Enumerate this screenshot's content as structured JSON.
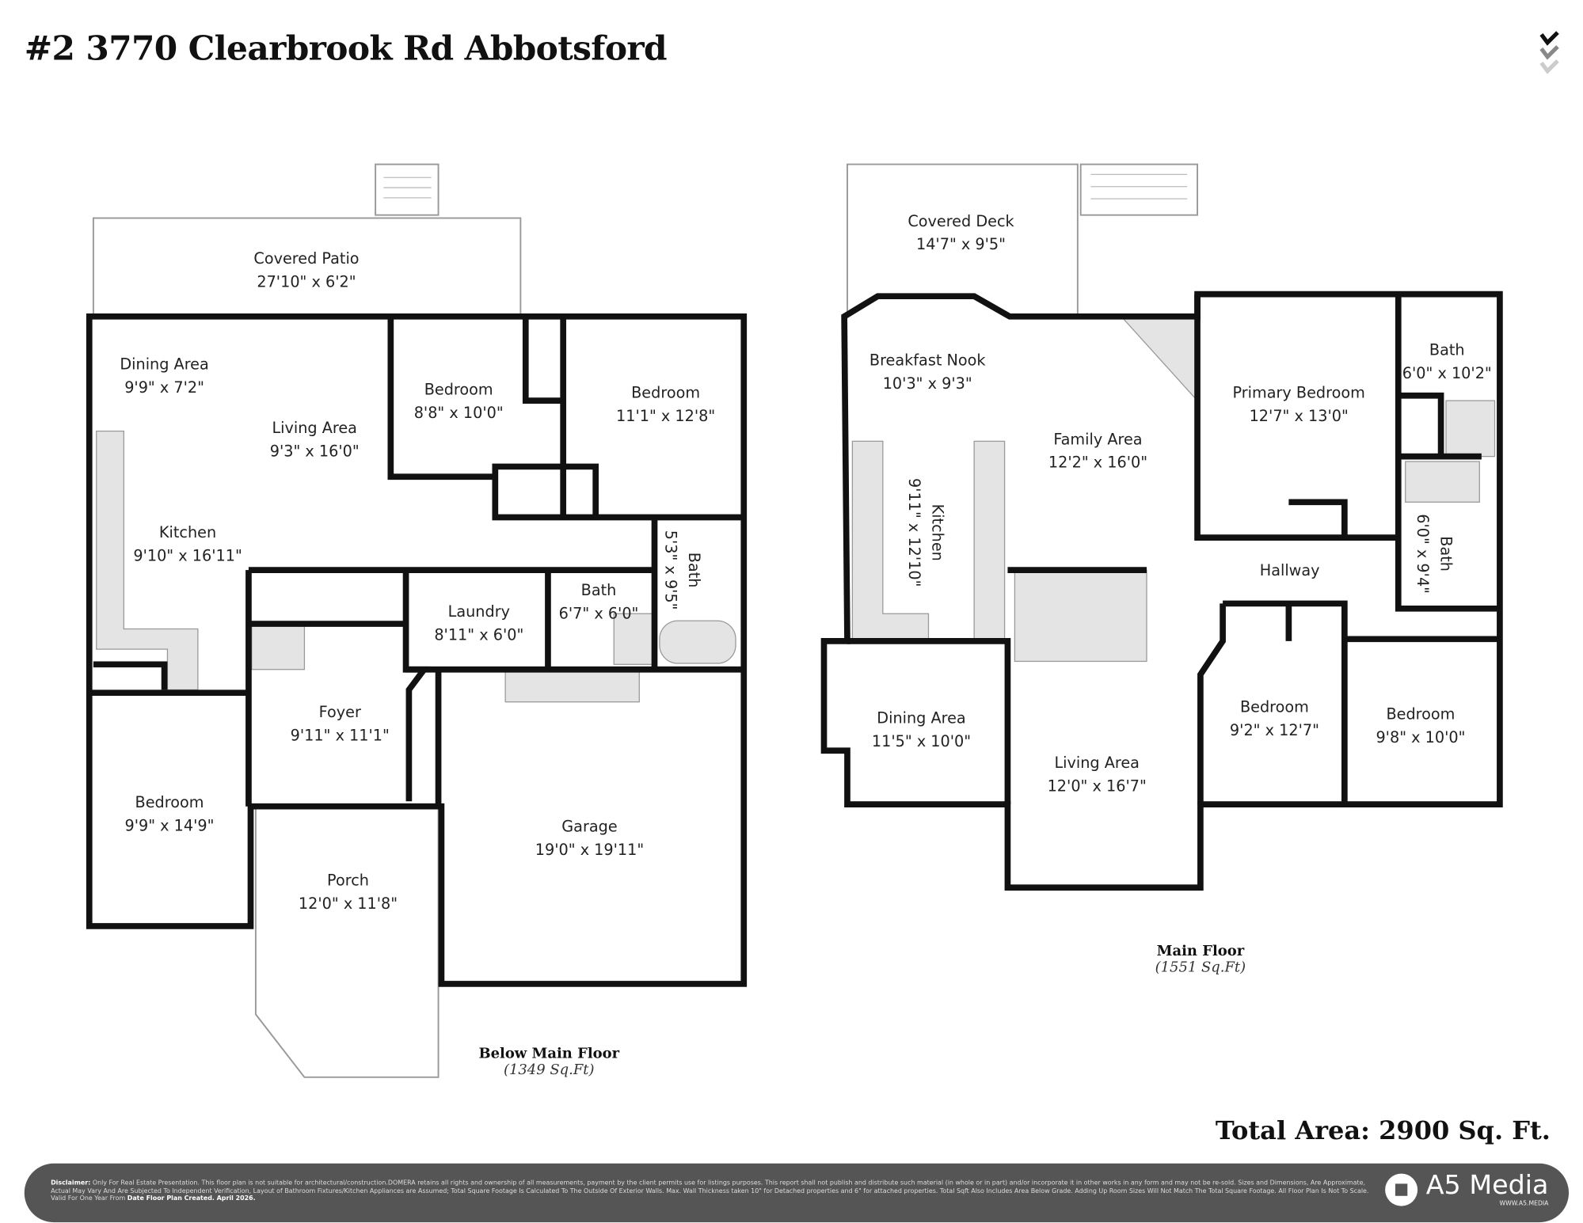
{
  "title": "#2 3770 Clearbrook Rd Abbotsford",
  "below_floor": {
    "name": "Below Main Floor",
    "area": "(1349 Sq.Ft)",
    "rooms": [
      {
        "name": "Covered Patio",
        "dim": "27'10\" x 6'2\""
      },
      {
        "name": "Dining Area",
        "dim": "9'9\" x 7'2\""
      },
      {
        "name": "Living Area",
        "dim": "9'3\" x 16'0\""
      },
      {
        "name": "Bedroom",
        "dim": "8'8\" x 10'0\""
      },
      {
        "name": "Bedroom",
        "dim": "11'1\" x 12'8\""
      },
      {
        "name": "Kitchen",
        "dim": "9'10\" x 16'11\""
      },
      {
        "name": "Bath",
        "dim": "5'3\" x 9'5\""
      },
      {
        "name": "Laundry",
        "dim": "8'11\" x 6'0\""
      },
      {
        "name": "Bath",
        "dim": "6'7\" x 6'0\""
      },
      {
        "name": "Foyer",
        "dim": "9'11\" x 11'1\""
      },
      {
        "name": "Bedroom",
        "dim": "9'9\" x 14'9\""
      },
      {
        "name": "Garage",
        "dim": "19'0\" x 19'11\""
      },
      {
        "name": "Porch",
        "dim": "12'0\" x 11'8\""
      }
    ]
  },
  "main_floor": {
    "name": "Main Floor",
    "area": "(1551 Sq.Ft)",
    "rooms": [
      {
        "name": "Covered Deck",
        "dim": "14'7\" x 9'5\""
      },
      {
        "name": "Breakfast Nook",
        "dim": "10'3\" x 9'3\""
      },
      {
        "name": "Family Area",
        "dim": "12'2\" x 16'0\""
      },
      {
        "name": "Kitchen",
        "dim": "9'11\" x 12'10\""
      },
      {
        "name": "Primary Bedroom",
        "dim": "12'7\" x 13'0\""
      },
      {
        "name": "Bath",
        "dim": "6'0\" x 10'2\""
      },
      {
        "name": "Bath",
        "dim": "6'0\" x 9'4\""
      },
      {
        "name": "Hallway",
        "dim": ""
      },
      {
        "name": "Dining Area",
        "dim": "11'5\" x 10'0\""
      },
      {
        "name": "Living Area",
        "dim": "12'0\" x 16'7\""
      },
      {
        "name": "Bedroom",
        "dim": "9'2\" x 12'7\""
      },
      {
        "name": "Bedroom",
        "dim": "9'8\" x 10'0\""
      }
    ]
  },
  "total_area": "Total Area: 2900 Sq. Ft.",
  "footer": {
    "disclaimer_label": "Disclaimer:",
    "disclaimer": "Only For Real Estate Presentation. This floor plan is not suitable for architectural/construction.DOMERA retains all rights and ownership of all measurements, payment by the client permits use for listings purposes. This report shall not publish and distribute such material (in whole or in part) and/or incorporate it in other works in any form and may not be re-sold. Sizes and Dimensions, Are Approximate, Actual May Vary And Are Subjected To Independent Verification, Layout of Bathroom Fixtures/Kitchen Appliances are Assumed; Total Square Footage Is Calculated To The Outside Of Exterior Walls. Max. Wall Thickness taken 10\" for Detached properties and 6\" for attached properties. Total Sqft Also Includes Area Below Grade. Adding Up Room Sizes Will Not Match The Total Square Footage. All Floor Plan Is Not To Scale. Valid For One Year From",
    "date_label": "Date Floor Plan Created. April 2026.",
    "brand": "A5 Media",
    "url": "WWW.A5.MEDIA"
  }
}
